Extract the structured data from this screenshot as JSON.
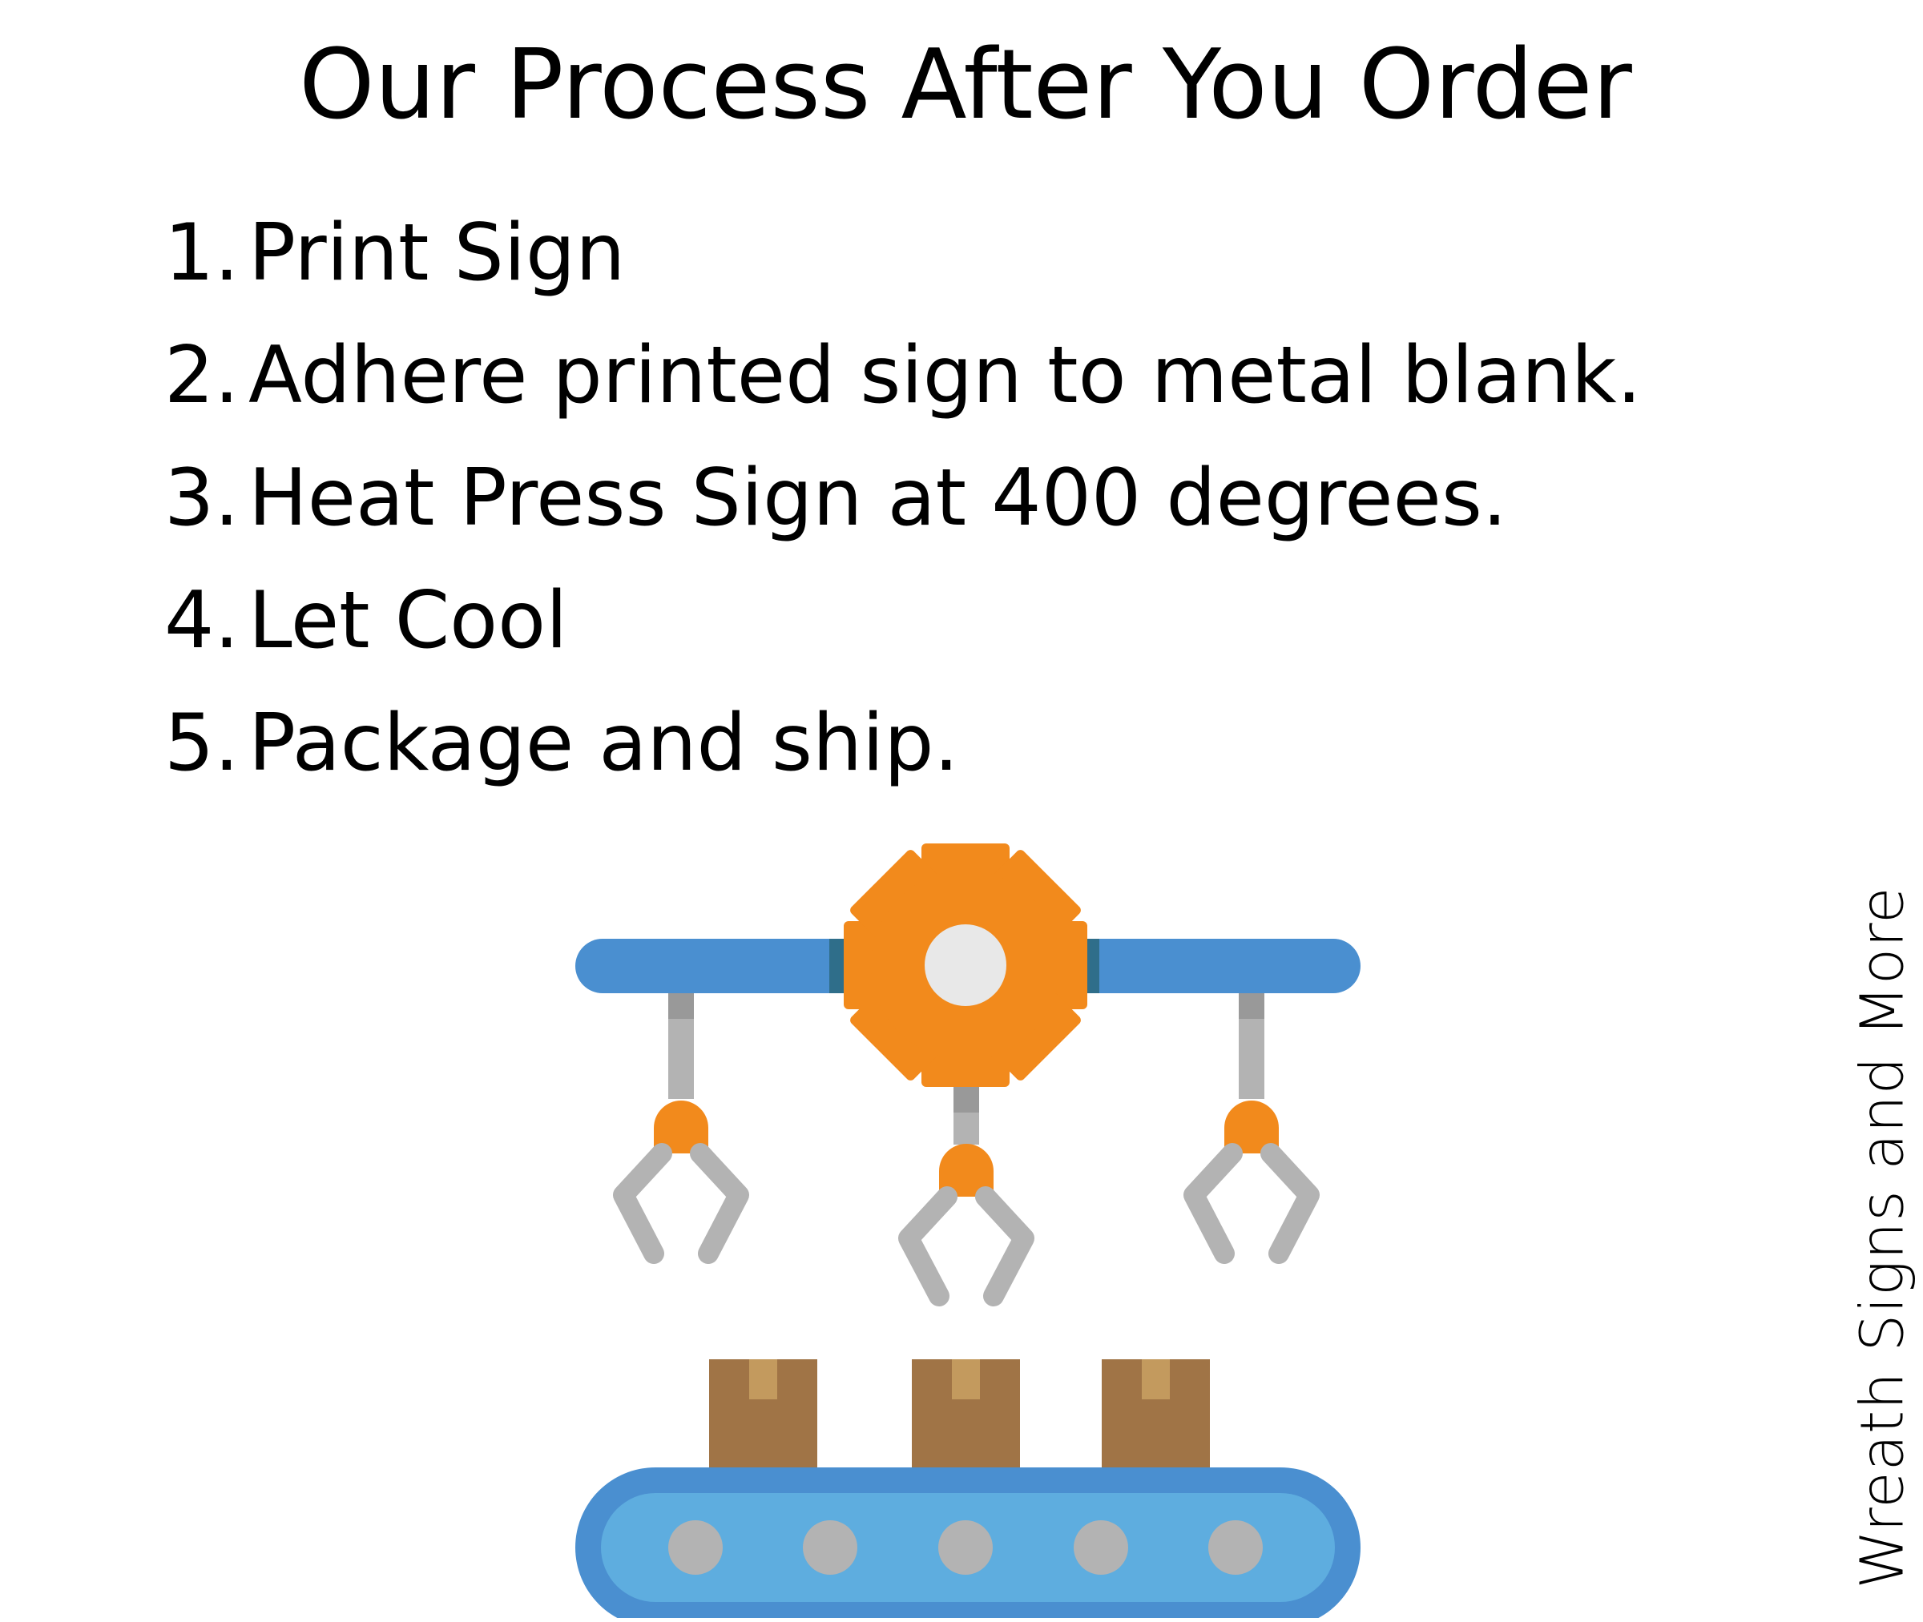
{
  "title": "Our Process After You Order",
  "steps": [
    {
      "number": "1.",
      "text": "Print Sign"
    },
    {
      "number": "2.",
      "text": "Adhere printed sign to metal blank."
    },
    {
      "number": "3.",
      "text": "Heat Press Sign at 400 degrees."
    },
    {
      "number": "4.",
      "text": "Let Cool"
    },
    {
      "number": "5.",
      "text": "Package and ship."
    }
  ],
  "watermark": "Wreath Signs and More",
  "illustration": {
    "icon": "factory-robot-conveyor-icon",
    "colors": {
      "beam": "#4a8fd0",
      "gear": "#f28a1c",
      "gear_center": "#e8e8e8",
      "arm": "#b3b3b3",
      "arm_dark": "#999999",
      "claw_head": "#f28a1c",
      "box": "#a07446",
      "box_tape": "#c39a5e",
      "belt_outer": "#4a8fd0",
      "belt_inner": "#5eaddf",
      "roller": "#b3b3b3"
    }
  }
}
